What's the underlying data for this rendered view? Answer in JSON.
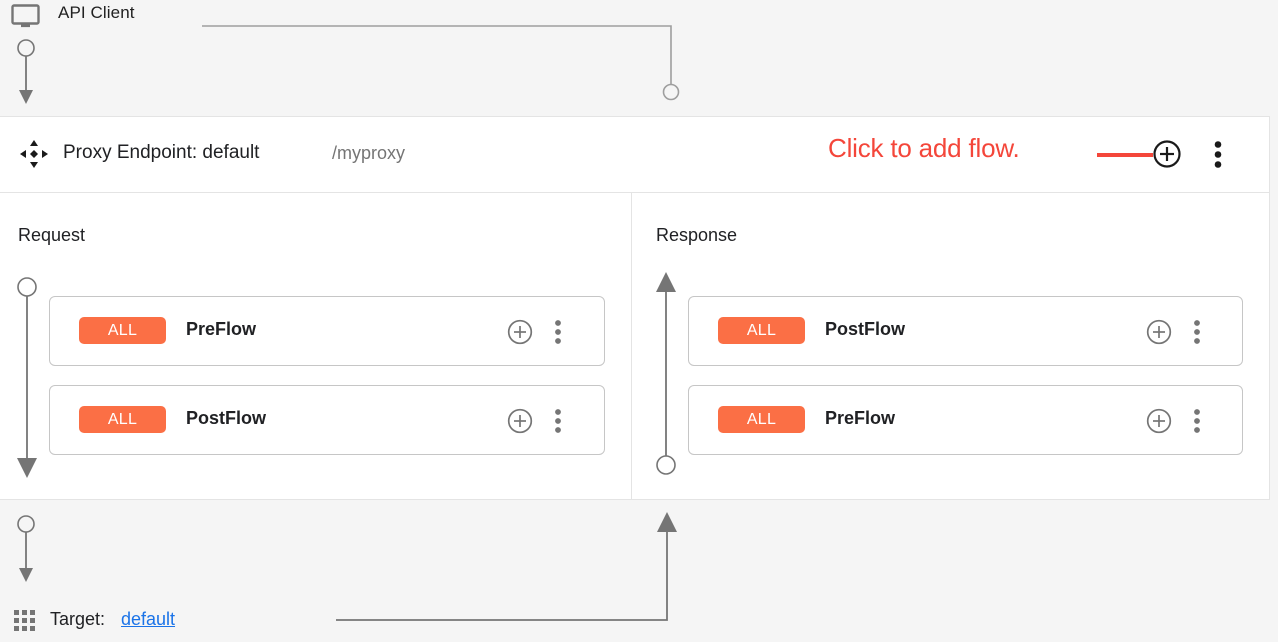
{
  "client": {
    "label": "API Client",
    "icon": "monitor-icon"
  },
  "proxy": {
    "title": "Proxy Endpoint: default",
    "path": "/myproxy",
    "move_icon": "move-icon",
    "add_flow_icon": "plus-circle-icon",
    "overflow_icon": "more-vertical-icon"
  },
  "annotation": {
    "text": "Click to add flow.",
    "color": "#f4463a"
  },
  "columns": {
    "request": {
      "title": "Request",
      "direction": "down",
      "flows": [
        {
          "badge": "ALL",
          "name": "PreFlow",
          "add_icon": "plus-circle-icon",
          "menu_icon": "more-vertical-icon"
        },
        {
          "badge": "ALL",
          "name": "PostFlow",
          "add_icon": "plus-circle-icon",
          "menu_icon": "more-vertical-icon"
        }
      ]
    },
    "response": {
      "title": "Response",
      "direction": "up",
      "flows": [
        {
          "badge": "ALL",
          "name": "PostFlow",
          "add_icon": "plus-circle-icon",
          "menu_icon": "more-vertical-icon"
        },
        {
          "badge": "ALL",
          "name": "PreFlow",
          "add_icon": "plus-circle-icon",
          "menu_icon": "more-vertical-icon"
        }
      ]
    }
  },
  "target": {
    "label": "Target:",
    "value": "default",
    "icon": "grid-icon"
  },
  "colors": {
    "badge_orange": "#fb6f45",
    "annotation_red": "#f4463a",
    "link_blue": "#1a73e8",
    "connector_gray": "#757575",
    "panel_bg": "#ffffff",
    "canvas_bg": "#f5f5f5"
  }
}
